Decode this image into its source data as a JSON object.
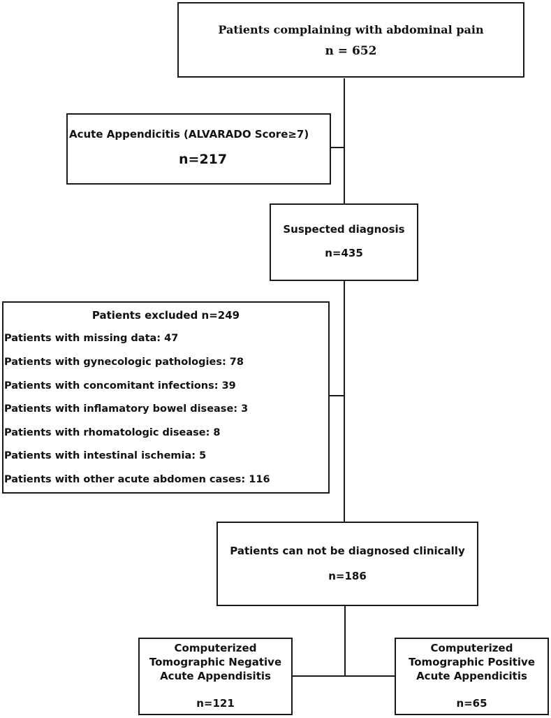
{
  "top_box": {
    "title": "Patients complaining with abdominal pain",
    "count": "n = 652"
  },
  "appendicitis_box": {
    "title": "Acute Appendicitis (ALVARADO Score≥7)",
    "count": "n=217"
  },
  "suspected_box": {
    "title": "Suspected diagnosis",
    "count": "n=435"
  },
  "excluded_box": {
    "title": "Patients excluded n=249",
    "items": [
      "Patients with missing data: 47",
      "Patients with gynecologic pathologies: 78",
      "Patients with concomitant infections: 39",
      "Patients with inflamatory bowel disease: 3",
      "Patients with rhomatologic disease: 8",
      "Patients with intestinal ischemia: 5",
      "Patients with other acute abdomen cases: 116"
    ]
  },
  "clinical_box": {
    "title": "Patients can  not be diagnosed clinically",
    "count": "n=186"
  },
  "negative_box": {
    "line1": "Computerized",
    "line2": "Tomographic Negative",
    "line3": "Acute Appendisitis",
    "count": "n=121"
  },
  "positive_box": {
    "line1": "Computerized",
    "line2": "Tomographic Positive",
    "line3": "Acute Appendicitis",
    "count": "n=65"
  }
}
